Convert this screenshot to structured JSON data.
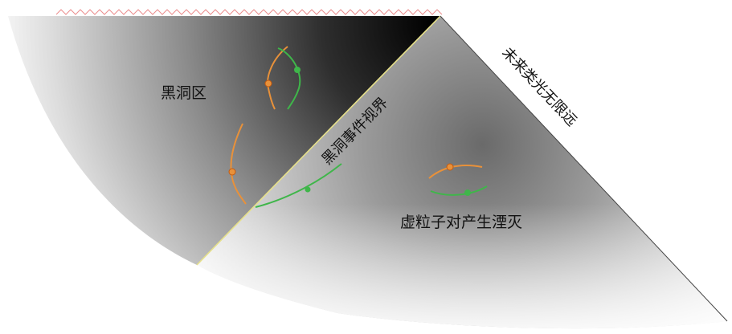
{
  "labels": {
    "black_hole_region": "黑洞区",
    "event_horizon": "黑洞事件视界",
    "future_null_infinity": "未来类光无限远",
    "virtual_pair_annihilation": "虚粒子对产生湮灭"
  },
  "colors": {
    "particle_orange": "#e8913a",
    "particle_green": "#3fb64a",
    "singularity_zigzag": "#e87a7a",
    "horizon_line": "#e6e08a"
  }
}
